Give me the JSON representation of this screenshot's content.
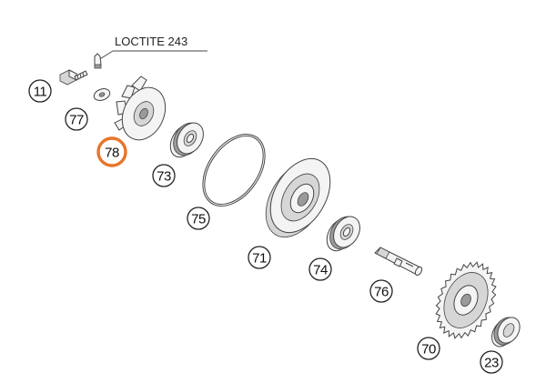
{
  "note": {
    "text": "LOCTITE 243"
  },
  "highlight_color": "#e8742a",
  "callouts": [
    {
      "id": "c11",
      "label": "11",
      "highlight": false
    },
    {
      "id": "c77",
      "label": "77",
      "highlight": false
    },
    {
      "id": "c78",
      "label": "78",
      "highlight": true
    },
    {
      "id": "c73",
      "label": "73",
      "highlight": false
    },
    {
      "id": "c75",
      "label": "75",
      "highlight": false
    },
    {
      "id": "c71",
      "label": "71",
      "highlight": false
    },
    {
      "id": "c74",
      "label": "74",
      "highlight": false
    },
    {
      "id": "c76",
      "label": "76",
      "highlight": false
    },
    {
      "id": "c70",
      "label": "70",
      "highlight": false
    },
    {
      "id": "c23",
      "label": "23",
      "highlight": false
    }
  ],
  "parts": [
    {
      "name": "bolt-icon"
    },
    {
      "name": "loctite-drop-icon"
    },
    {
      "name": "washer-icon"
    },
    {
      "name": "impeller-icon"
    },
    {
      "name": "bearing-icon"
    },
    {
      "name": "o-ring-icon"
    },
    {
      "name": "gear-cover-icon"
    },
    {
      "name": "shaft-icon"
    },
    {
      "name": "gear-icon"
    }
  ]
}
